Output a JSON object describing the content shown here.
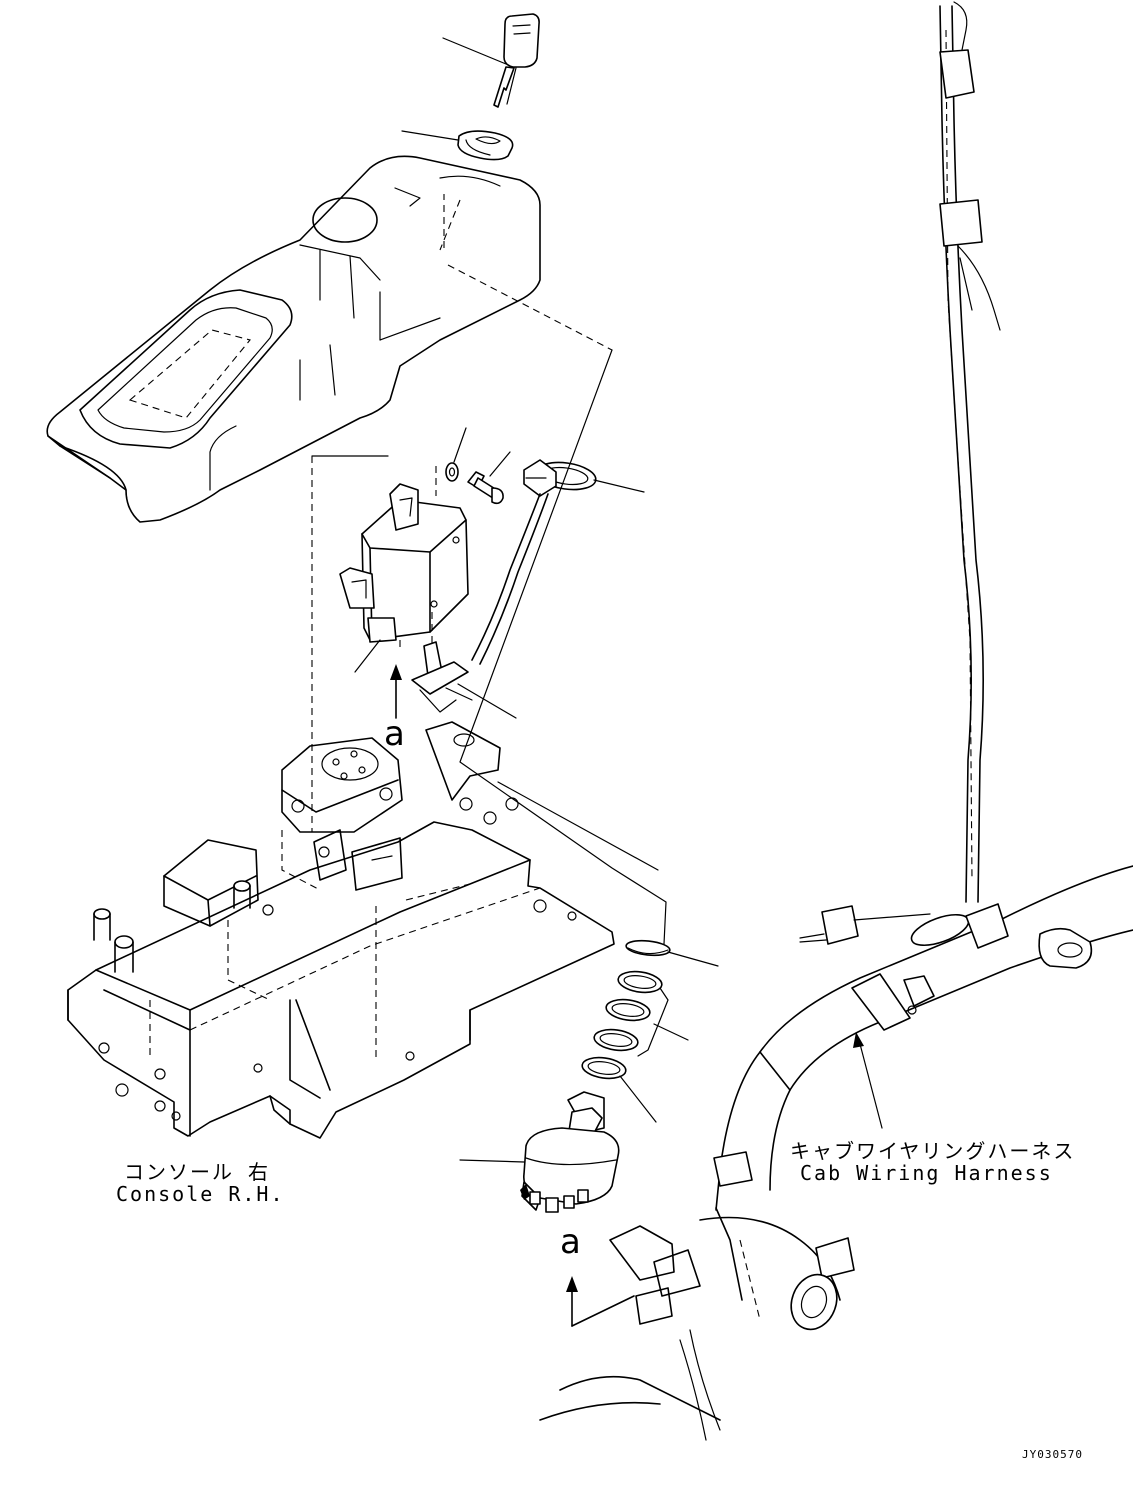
{
  "labels": {
    "console_jp": "コンソール 右",
    "console_en": "Console R.H.",
    "harness_jp": "キャブワイヤリングハーネス",
    "harness_en": "Cab Wiring Harness",
    "view_a_top": "a",
    "view_a_bottom": "a",
    "drawing_code": "JY030570"
  },
  "parts": [
    "key",
    "key-ring-cap",
    "console-cover",
    "washer",
    "bolt",
    "relay-box",
    "connector-ring",
    "wire-clamp",
    "console-frame",
    "nut",
    "spacer-stack",
    "starting-switch",
    "cab-wiring-harness"
  ]
}
